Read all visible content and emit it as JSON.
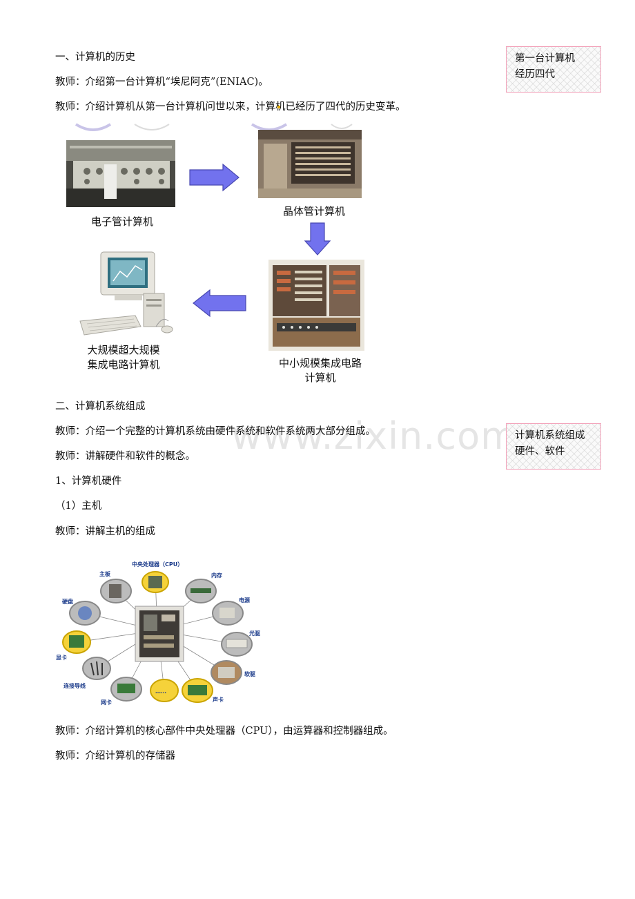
{
  "section1": {
    "heading": "一、计算机的历史",
    "line1": "教师：介绍第一台计算机“埃尼阿克”(ENIAC)。",
    "line2": "教师：介绍计算机从第一台计算机问世以来，计算机已经历了四代的历史变革。"
  },
  "note1": {
    "line1": "第一台计算机",
    "line2": "经历四代"
  },
  "generations": {
    "gen1": "电子管计算机",
    "gen2": "晶体管计算机",
    "gen3_line1": "中小规模集成电路",
    "gen3_line2": "计算机",
    "gen4_line1": "大规模超大规模",
    "gen4_line2": "集成电路计算机"
  },
  "section2": {
    "heading": "二、计算机系统组成",
    "line1": "教师：介绍一个完整的计算机系统由硬件系统和软件系统两大部分组成。",
    "line2": "教师：讲解硬件和软件的概念。",
    "sub1": "1、计算机硬件",
    "sub1a": "（1）主机",
    "line3": "教师：讲解主机的组成",
    "line4": "教师：介绍计算机的核心部件中央处理器（CPU），由运算器和控制器组成。",
    "line5": "教师：介绍计算机的存储器"
  },
  "note2": {
    "line1": "计算机系统组成",
    "line2": "硬件、软件"
  },
  "watermark": "www.zixin.com.cn",
  "hardware": {
    "cpu": "中央处理器（CPU）",
    "motherboard": "主板",
    "memory": "内存",
    "harddisk": "硬盘",
    "power": "电源",
    "optical": "光驱",
    "graphics": "显卡",
    "floppy": "软驱",
    "cables": "连接导线",
    "network": "网卡",
    "sound": "声卡",
    "more": "……"
  }
}
